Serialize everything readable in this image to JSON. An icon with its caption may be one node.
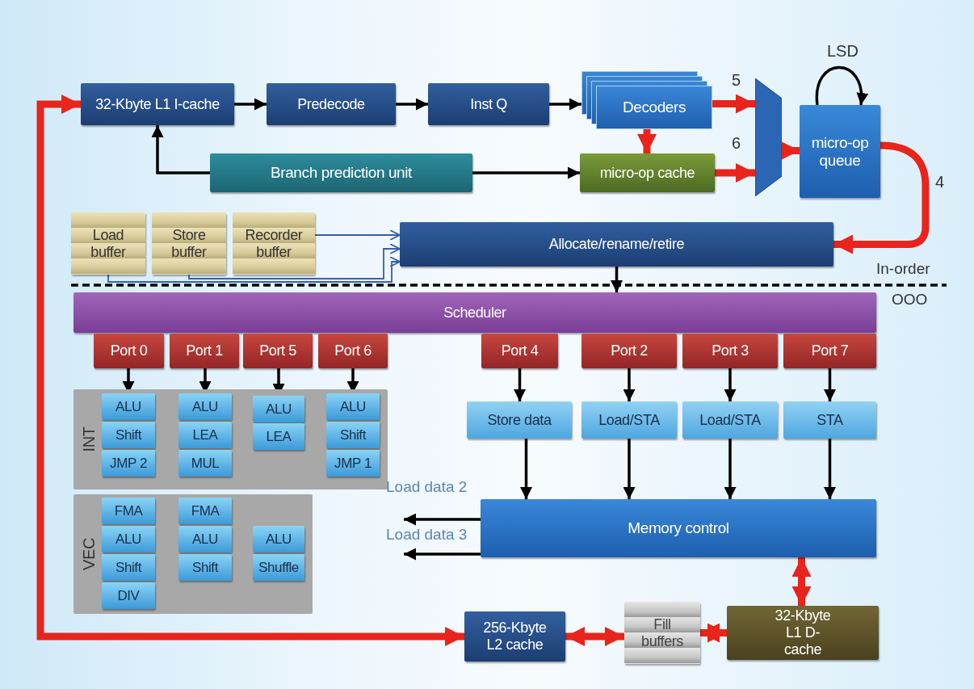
{
  "diagram": {
    "nodes": [
      {
        "text": [
          "32-Kbyte L1 I-cache"
        ]
      },
      {
        "text": [
          "Predecode"
        ]
      },
      {
        "text": [
          "Inst Q"
        ]
      },
      {
        "text": [
          "Decoders"
        ]
      },
      {
        "text": [
          "Branch prediction unit"
        ]
      },
      {
        "text": [
          "micro-op cache"
        ]
      },
      {
        "text": [],
        "shape": "trapezoid"
      },
      {
        "text": [
          "micro-op queue"
        ]
      },
      {
        "text": [
          "Load buffer"
        ]
      },
      {
        "text": [
          "Store buffer"
        ]
      },
      {
        "text": [
          "Recorder buffer"
        ]
      },
      {
        "text": [
          "Allocate/rename/retire"
        ]
      },
      {
        "text": [
          "Scheduler"
        ]
      },
      {
        "text": [
          "Port 0"
        ]
      },
      {
        "text": [
          "Port 1"
        ]
      },
      {
        "text": [
          "Port 5"
        ]
      },
      {
        "text": [
          "Port 6"
        ]
      },
      {
        "text": [
          "Port 4"
        ]
      },
      {
        "text": [
          "Port 2"
        ]
      },
      {
        "text": [
          "Port 3"
        ]
      },
      {
        "text": [
          "Port 7"
        ]
      },
      {
        "text": [
          "INT"
        ]
      },
      {
        "text": [
          "ALU"
        ],
        "in": 21
      },
      {
        "text": [
          "Shift"
        ],
        "in": 21
      },
      {
        "text": [
          "JMP 2"
        ],
        "in": 21
      },
      {
        "text": [
          "ALU"
        ],
        "in": 21
      },
      {
        "text": [
          "LEA"
        ],
        "in": 21
      },
      {
        "text": [
          "MUL"
        ],
        "in": 21
      },
      {
        "text": [
          "ALU"
        ],
        "in": 21
      },
      {
        "text": [
          "LEA"
        ],
        "in": 21
      },
      {
        "text": [
          "ALU"
        ],
        "in": 21
      },
      {
        "text": [
          "Shift"
        ],
        "in": 21
      },
      {
        "text": [
          "JMP 1"
        ],
        "in": 21
      },
      {
        "text": [
          "VEC"
        ]
      },
      {
        "text": [
          "FMA"
        ],
        "in": 33
      },
      {
        "text": [
          "ALU"
        ],
        "in": 33
      },
      {
        "text": [
          "Shift"
        ],
        "in": 33
      },
      {
        "text": [
          "DIV"
        ],
        "in": 33
      },
      {
        "text": [
          "FMA"
        ],
        "in": 33
      },
      {
        "text": [
          "ALU"
        ],
        "in": 33
      },
      {
        "text": [
          "Shift"
        ],
        "in": 33
      },
      {
        "text": [
          "ALU"
        ],
        "in": 33
      },
      {
        "text": [
          "Shuffle"
        ],
        "in": 33
      },
      {
        "text": [
          "Store data"
        ]
      },
      {
        "text": [
          "Load/STA"
        ]
      },
      {
        "text": [
          "Load/STA"
        ]
      },
      {
        "text": [
          "STA"
        ]
      },
      {
        "text": [
          "Memory control"
        ]
      },
      {
        "text": [
          "256-Kbyte L2 cache"
        ]
      },
      {
        "text": [
          "Fill buffers"
        ]
      },
      {
        "text": [
          "32-Kbyte L1 D-cache"
        ]
      }
    ],
    "edges": [
      {
        "from": 0,
        "to": 1,
        "arrow": "to"
      },
      {
        "from": 1,
        "to": 2,
        "arrow": "to"
      },
      {
        "from": 2,
        "to": 3,
        "arrow": "to"
      },
      {
        "from": 4,
        "to": 0,
        "arrow": "to"
      },
      {
        "from": 4,
        "to": 5,
        "arrow": "to"
      },
      {
        "from": 3,
        "to": 5,
        "arrow": "to",
        "style": "thick",
        "color": "#e8241c"
      },
      {
        "from": 3,
        "to": 6,
        "arrow": "to",
        "label": "5",
        "style": "thick",
        "color": "#e8241c"
      },
      {
        "from": 5,
        "to": 6,
        "arrow": "to",
        "label": "6",
        "style": "thick",
        "color": "#e8241c"
      },
      {
        "from": 6,
        "to": 7,
        "arrow": "to",
        "style": "thick",
        "color": "#e8241c"
      },
      {
        "from": 7,
        "to": 7,
        "arrow": "to",
        "label": "LSD"
      },
      {
        "from": 7,
        "to": 11,
        "arrow": "to",
        "label": "4",
        "style": "thick",
        "color": "#e8241c"
      },
      {
        "from": 8,
        "to": 11,
        "arrow": "to",
        "color": "#3560b0"
      },
      {
        "from": 9,
        "to": 11,
        "arrow": "to",
        "color": "#3560b0"
      },
      {
        "from": 10,
        "to": 11,
        "arrow": "to",
        "color": "#3560b0"
      },
      {
        "from": 11,
        "to": 12,
        "arrow": "to"
      },
      {
        "from": 13,
        "to": 22,
        "arrow": "to"
      },
      {
        "from": 14,
        "to": 25,
        "arrow": "to"
      },
      {
        "from": 15,
        "to": 28,
        "arrow": "to"
      },
      {
        "from": 16,
        "to": 30,
        "arrow": "to"
      },
      {
        "from": 17,
        "to": 43,
        "arrow": "to"
      },
      {
        "from": 18,
        "to": 44,
        "arrow": "to"
      },
      {
        "from": 19,
        "to": 45,
        "arrow": "to"
      },
      {
        "from": 20,
        "to": 46,
        "arrow": "to"
      },
      {
        "from": 43,
        "to": 47,
        "arrow": "to"
      },
      {
        "from": 44,
        "to": 47,
        "arrow": "to"
      },
      {
        "from": 45,
        "to": 47,
        "arrow": "to"
      },
      {
        "from": 46,
        "to": 47,
        "arrow": "to"
      },
      {
        "from": 47,
        "to": null,
        "arrow": "to",
        "label": "Load data 2"
      },
      {
        "from": 47,
        "to": null,
        "arrow": "to",
        "label": "Load data 3"
      },
      {
        "from": 48,
        "to": 0,
        "arrow": "both",
        "style": "thick",
        "color": "#e8241c"
      },
      {
        "from": 49,
        "to": 48,
        "arrow": "both",
        "style": "thick",
        "color": "#e8241c"
      },
      {
        "from": 49,
        "to": 50,
        "arrow": "both",
        "style": "thick",
        "color": "#e8241c"
      },
      {
        "from": 47,
        "to": 50,
        "arrow": "both",
        "style": "thick",
        "color": "#e8241c"
      }
    ],
    "labels": [
      "In-order",
      "OOO"
    ]
  }
}
